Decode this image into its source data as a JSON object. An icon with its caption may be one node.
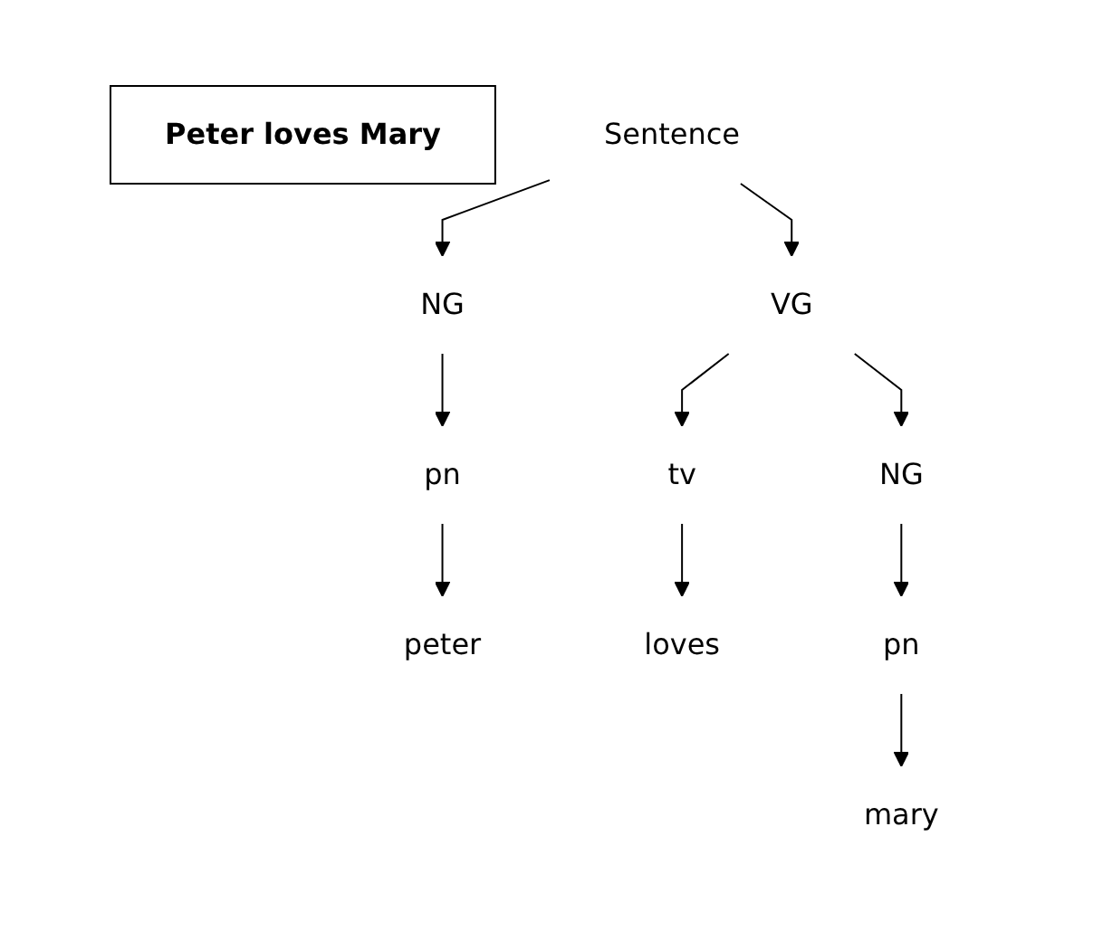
{
  "diagram": {
    "nodes": [
      {
        "text": [
          "Peter loves Mary"
        ]
      },
      {
        "text": [
          "Sentence"
        ]
      },
      {
        "text": [
          "NG"
        ]
      },
      {
        "text": [
          "VG"
        ]
      },
      {
        "text": [
          "pn"
        ]
      },
      {
        "text": [
          "tv"
        ]
      },
      {
        "text": [
          "NG"
        ]
      },
      {
        "text": [
          "peter"
        ]
      },
      {
        "text": [
          "loves"
        ]
      },
      {
        "text": [
          "pn"
        ]
      },
      {
        "text": [
          "mary"
        ]
      }
    ],
    "edges": [
      {
        "from": 1,
        "to": 2,
        "arrow": "to"
      },
      {
        "from": 1,
        "to": 3,
        "arrow": "to"
      },
      {
        "from": 2,
        "to": 4,
        "arrow": "to"
      },
      {
        "from": 4,
        "to": 7,
        "arrow": "to"
      },
      {
        "from": 3,
        "to": 5,
        "arrow": "to"
      },
      {
        "from": 3,
        "to": 6,
        "arrow": "to"
      },
      {
        "from": 5,
        "to": 8,
        "arrow": "to"
      },
      {
        "from": 6,
        "to": 9,
        "arrow": "to"
      },
      {
        "from": 9,
        "to": 10,
        "arrow": "to"
      }
    ]
  }
}
